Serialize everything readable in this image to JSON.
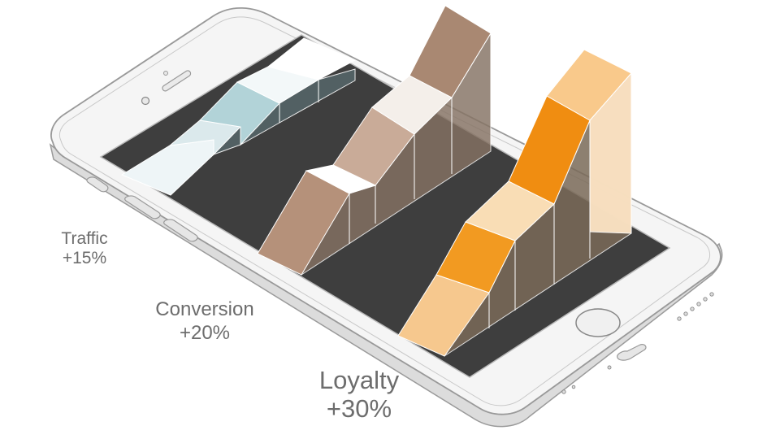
{
  "metrics": [
    {
      "name": "Traffic",
      "value": "+15%"
    },
    {
      "name": "Conversion",
      "value": "+20%"
    },
    {
      "name": "Loyalty",
      "value": "+30%"
    }
  ],
  "colors": {
    "traffic": [
      "#eef5f7",
      "#b2d3d8",
      "#ffffff"
    ],
    "conversion": [
      "#b5917a",
      "#c9ab98",
      "#f4efea",
      "#a98872"
    ],
    "loyalty": [
      "#f6c88e",
      "#f29a21",
      "#f9ddb5",
      "#f08d11"
    ],
    "screen": "#3e3e3e",
    "phone_body": "#f4f4f4",
    "phone_outline": "#9a9a9a"
  },
  "icons": [
    "speaker-icon",
    "camera-icon",
    "home-button-icon",
    "lightning-port-icon",
    "speaker-grille-icon"
  ]
}
